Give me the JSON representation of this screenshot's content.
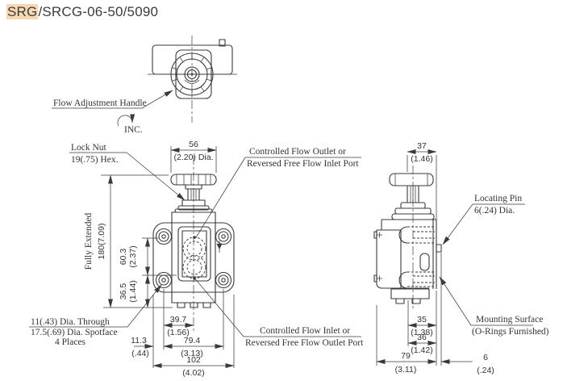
{
  "title": {
    "highlighted": "SRG",
    "rest": "/SRCG-06-50/5090"
  },
  "colors": {
    "line": "#3a3a3a",
    "text": "#333333",
    "title_highlight": "#f6d9b3"
  },
  "top_view": {
    "handle_label": "Flow Adjustment Handle",
    "increase_label": "INC."
  },
  "front_view": {
    "lock_nut_label_line1": "Lock Nut",
    "lock_nut_label_line2": "19(.75) Hex.",
    "outlet_label_line1": "Controlled Flow Outlet or",
    "outlet_label_line2": "Reversed Free Flow Inlet Port",
    "inlet_label_line1": "Controlled Flow Inlet or",
    "inlet_label_line2": "Reversed Free Flow Outlet Port",
    "bolt_hole_label_line1": "11(.43) Dia. Through",
    "bolt_hole_label_line2": "17.5(.69) Dia. Spotface",
    "bolt_hole_label_line3": "4 Places",
    "fully_extended_label": "Fully Extended",
    "dim_handle_dia_mm": "56",
    "dim_handle_dia_inch": "(2.20) Dia.",
    "dim_height_mm_inch": "180(7.09)",
    "dim_upper_mm": "60.3",
    "dim_upper_inch": "(2.37)",
    "dim_lower_mm": "36.5",
    "dim_lower_inch": "(1.44)",
    "dim_bolt_half_mm": "39.7",
    "dim_bolt_half_inch": "(1.56)",
    "dim_edge_mm": "11.3",
    "dim_edge_inch": "(.44)",
    "dim_bolt_span_mm": "79.4",
    "dim_bolt_span_inch": "(3.13)",
    "dim_width_mm": "102",
    "dim_width_inch": "(4.02)"
  },
  "side_view": {
    "dim_top_mm": "37",
    "dim_top_inch": "(1.46)",
    "locating_pin_label_line1": "Locating Pin",
    "locating_pin_label_line2": "6(.24) Dia.",
    "mounting_label_line1": "Mounting Surface",
    "mounting_label_line2": "(O-Rings Furnished)",
    "dim_port_mm": "35",
    "dim_port_inch": "(1.38)",
    "dim_lower_mm": "36",
    "dim_lower_inch": "(1.42)",
    "dim_depth_mm": "79",
    "dim_depth_inch": "(3.11)",
    "dim_pin_mm": "6",
    "dim_pin_inch": "(.24)"
  }
}
